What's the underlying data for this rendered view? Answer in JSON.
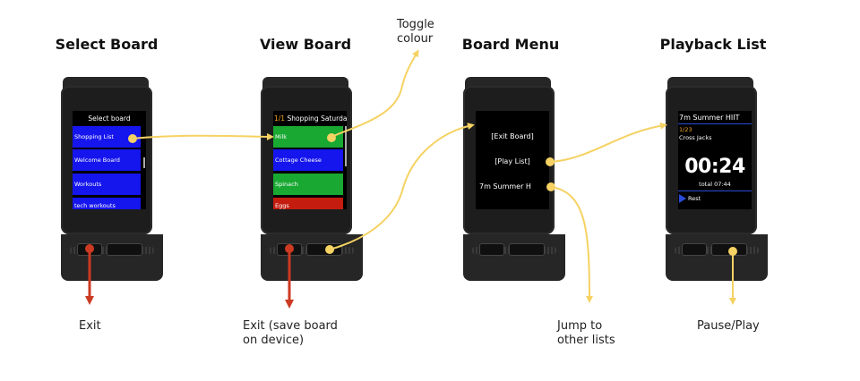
{
  "titles": {
    "select_board": "Select Board",
    "view_board": "View Board",
    "board_menu": "Board Menu",
    "playback_list": "Playback List"
  },
  "screens": {
    "select_board": {
      "header": "Select board",
      "items": [
        "Shopping List",
        "Welcome Board",
        "Workouts",
        "tech workouts"
      ]
    },
    "view_board": {
      "counter": "1/1",
      "title": "Shopping Saturday",
      "items": [
        "Milk",
        "Cottage Cheese",
        "Spinach",
        "Eggs"
      ]
    },
    "board_menu": {
      "items": [
        "[Exit Board]",
        "[Play List]",
        "7m Summer H"
      ]
    },
    "playback": {
      "title": "7m Summer HIIT",
      "progress": "1/23",
      "exercise": "Cross Jacks",
      "timer": "00:24",
      "total": "total 07:44",
      "next": "Rest"
    }
  },
  "annotations": {
    "toggle_colour": "Toggle\ncolour",
    "exit": "Exit",
    "exit_save": "Exit (save board\non device)",
    "jump": "Jump to\nother lists",
    "pause_play": "Pause/Play"
  },
  "colors": {
    "arrow_yellow": "#f5d263",
    "arrow_red": "#cc3a22",
    "item_blue": "#1515ee",
    "item_green": "#19a832",
    "item_red": "#c41d10",
    "accent_orange": "#f5a623"
  }
}
